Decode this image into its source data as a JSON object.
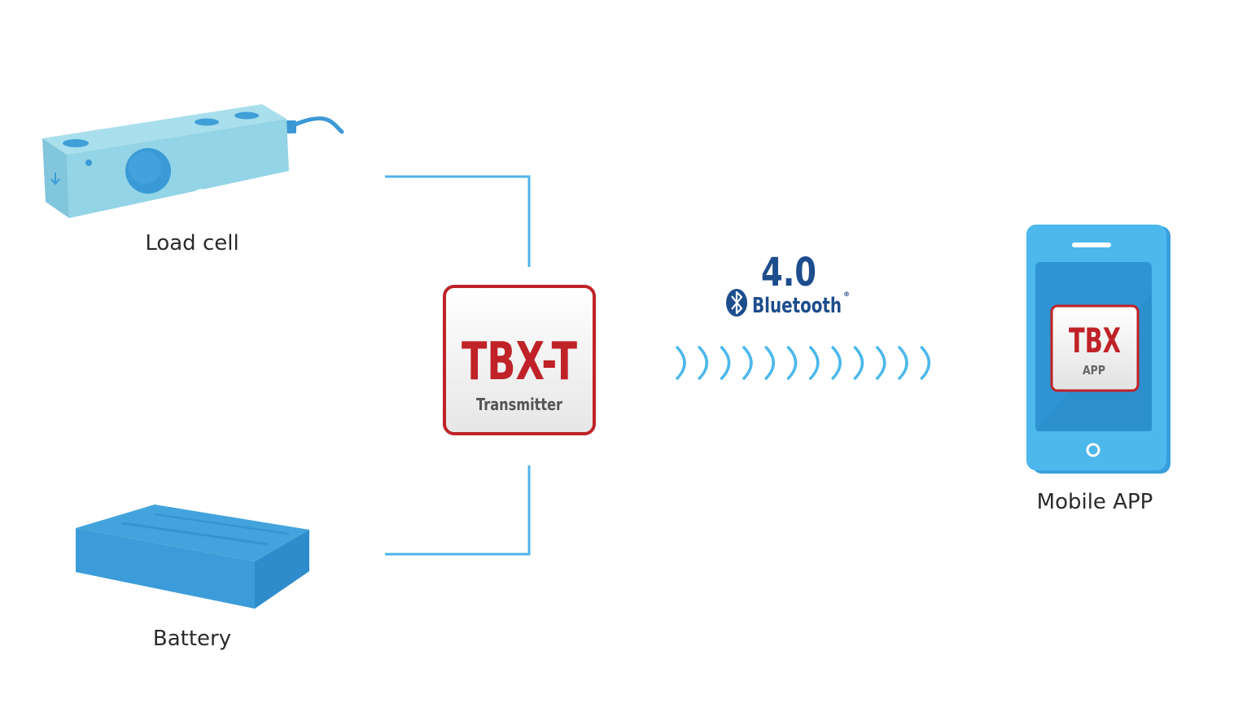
{
  "nodes": {
    "load_cell": {
      "label": "Load cell"
    },
    "battery": {
      "label": "Battery"
    },
    "transmitter": {
      "title": "TBX-T",
      "subtitle": "Transmitter"
    },
    "mobile_app": {
      "label": "Mobile APP",
      "app_title": "TBX",
      "app_subtitle": "APP"
    }
  },
  "bluetooth": {
    "version": "4.0",
    "brand": "Bluetooth",
    "trademark": "®",
    "signal_arcs": 12
  },
  "connections": [
    {
      "from": "load_cell",
      "to": "transmitter"
    },
    {
      "from": "battery",
      "to": "transmitter"
    },
    {
      "from": "transmitter",
      "to": "mobile_app",
      "medium": "bluetooth"
    }
  ],
  "colors": {
    "connector_line": "#4fb3ea",
    "device_light_blue": "#94d6e6",
    "device_blue": "#3e9ed9",
    "brand_red": "#bf2228",
    "bluetooth_navy": "#1d4d8c",
    "phone_body": "#4cb8ec",
    "phone_screen": "#2f94d3"
  }
}
